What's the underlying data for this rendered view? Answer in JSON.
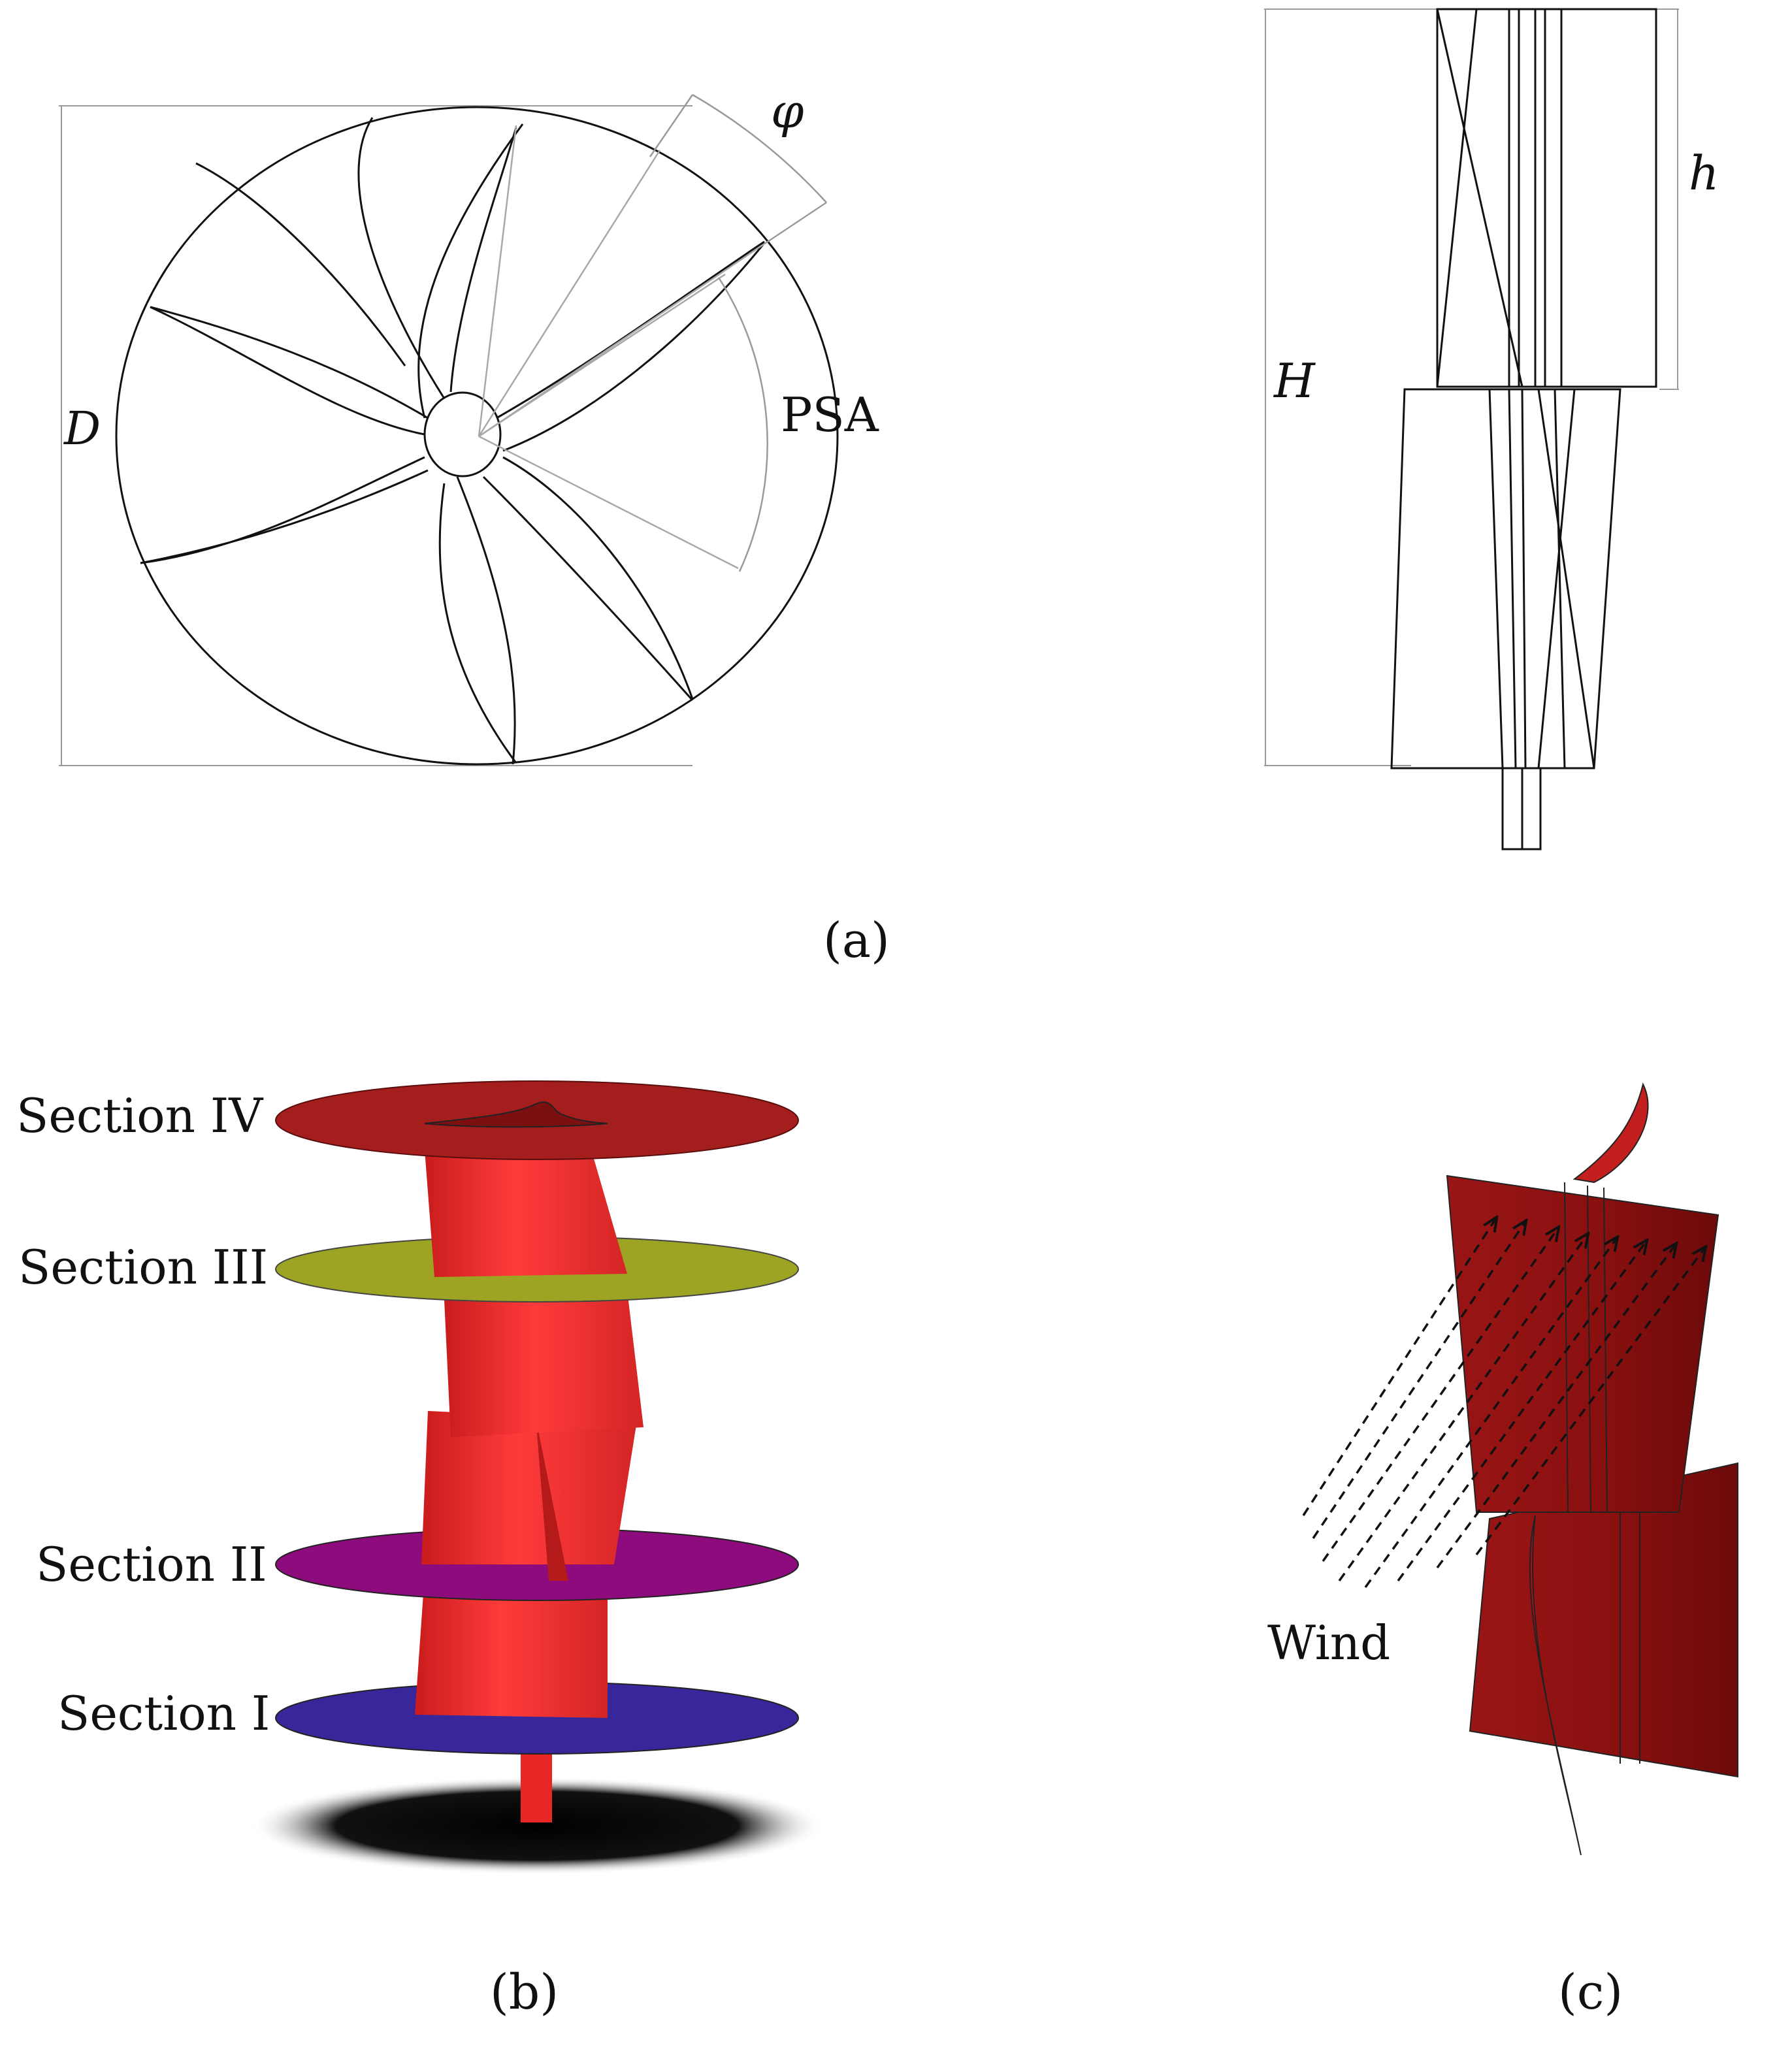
{
  "panel_a": {
    "caption": "(a)",
    "top_view": {
      "diameter_label": "D",
      "twist_angle_label": "φ",
      "blade_span_label": "PSA"
    },
    "side_view": {
      "total_height_label": "H",
      "stage_height_label": "h"
    }
  },
  "panel_b": {
    "caption": "(b)",
    "sections": [
      {
        "label": "Section IV",
        "color": "#a41e1e"
      },
      {
        "label": "Section III",
        "color": "#9da322"
      },
      {
        "label": "Section II",
        "color": "#8e0b7e"
      },
      {
        "label": "Section I",
        "color": "#37279a"
      }
    ],
    "rotor_color": "#ee2b2b",
    "shadow_color": "#111111"
  },
  "panel_c": {
    "caption": "(c)",
    "flow_label": "Wind",
    "rotor_color": "#8e1212"
  }
}
